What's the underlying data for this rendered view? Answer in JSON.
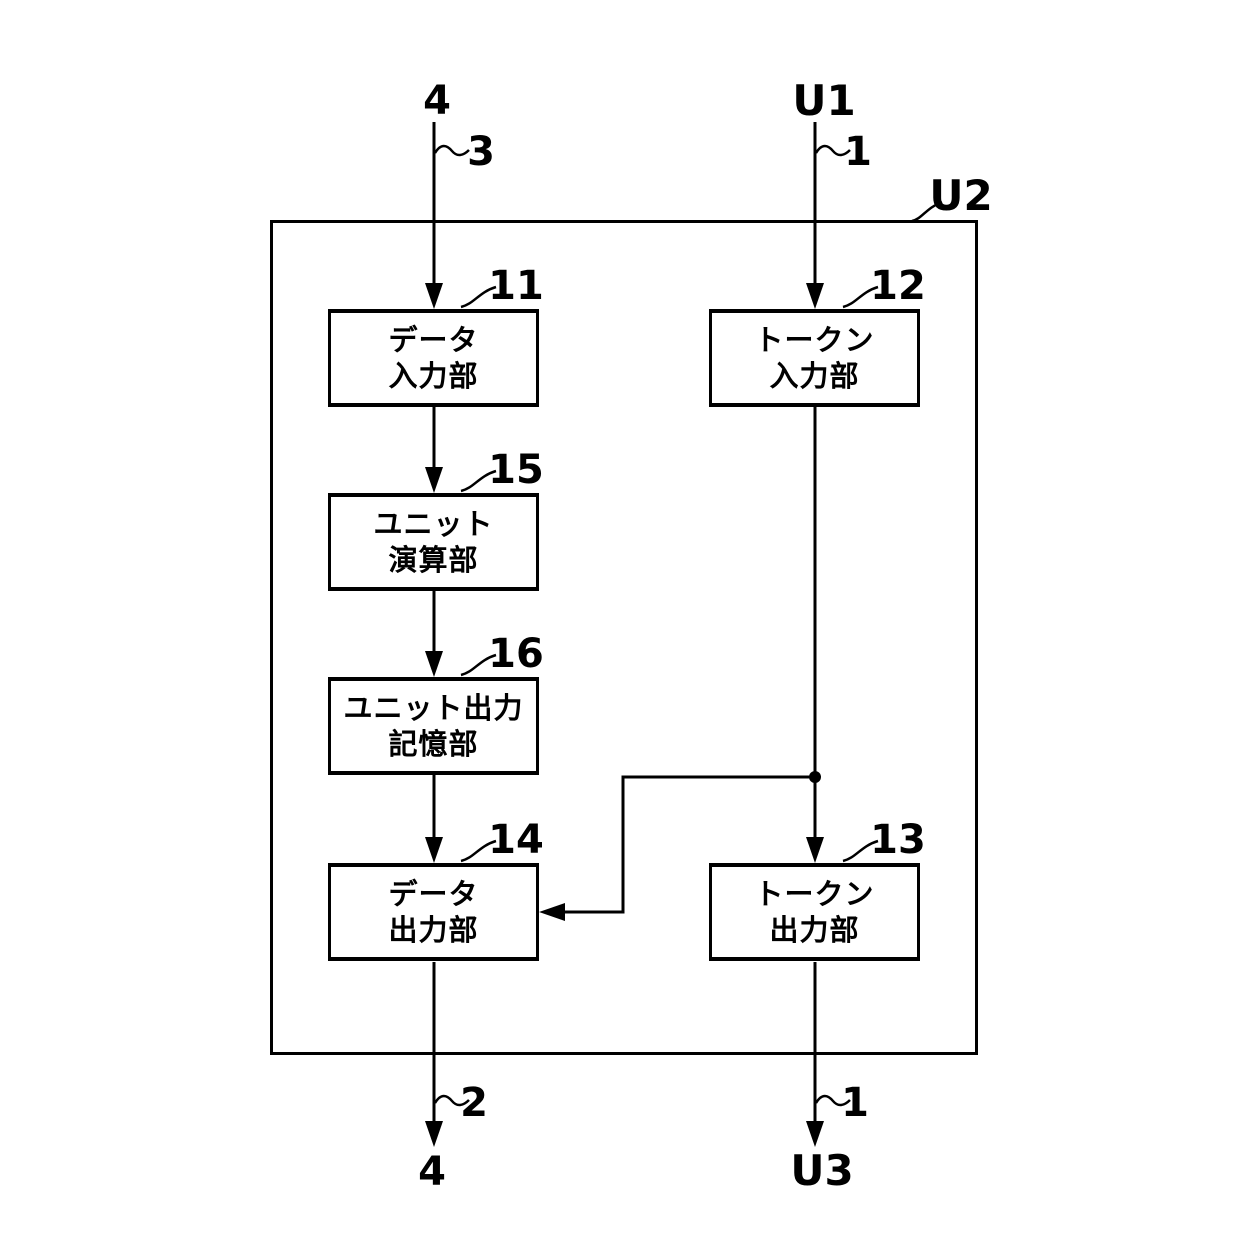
{
  "figure": {
    "type": "patent-block-diagram",
    "colors": {
      "line": "#000000",
      "background": "#ffffff"
    }
  },
  "outer_unit": {
    "ref": "U2"
  },
  "top_labels": {
    "left_source": "4",
    "left_line_ref": "3",
    "right_source": "U1",
    "right_line_ref": "1"
  },
  "boxes": {
    "data_input": {
      "ref": "11",
      "line1": "データ",
      "line2": "入力部"
    },
    "token_input": {
      "ref": "12",
      "line1": "トークン",
      "line2": "入力部"
    },
    "unit_calc": {
      "ref": "15",
      "line1": "ユニット",
      "line2": "演算部"
    },
    "unit_output_memory": {
      "ref": "16",
      "line1": "ユニット出力",
      "line2": "記憶部"
    },
    "data_output": {
      "ref": "14",
      "line1": "データ",
      "line2": "出力部"
    },
    "token_output": {
      "ref": "13",
      "line1": "トークン",
      "line2": "出力部"
    }
  },
  "bottom_labels": {
    "left_line_ref": "2",
    "left_dest": "4",
    "right_line_ref": "1",
    "right_dest": "U3"
  }
}
